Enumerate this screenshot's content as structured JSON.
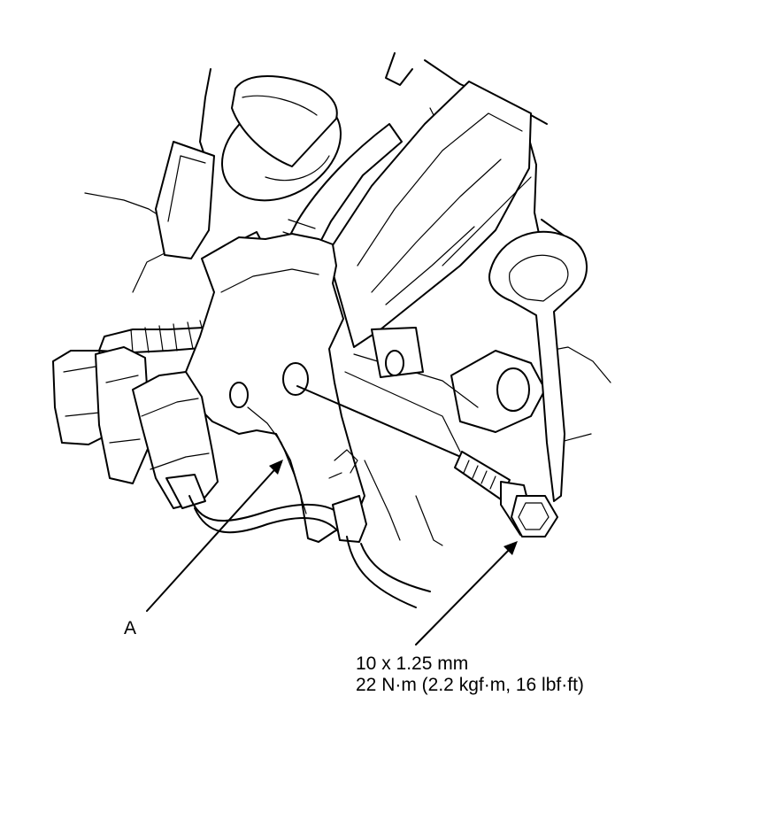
{
  "callouts": {
    "part_a": "A",
    "bolt_size": "10 x 1.25 mm",
    "torque": "22 N·m (2.2 kgf·m, 16 lbf·ft)"
  }
}
